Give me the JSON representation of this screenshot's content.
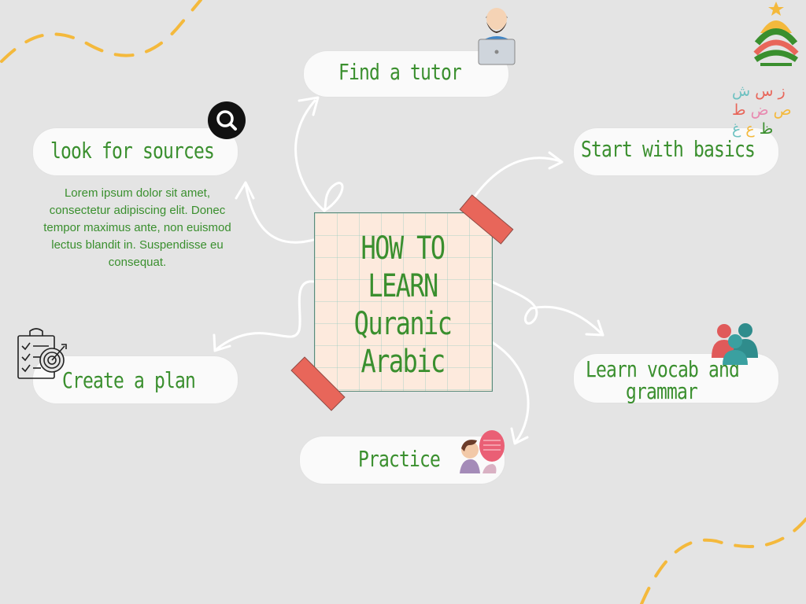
{
  "title_lines": [
    "HOW TO",
    "LEARN",
    "Quranic",
    "Arabic"
  ],
  "steps": {
    "find_tutor": "Find a tutor",
    "look_sources": "look for sources",
    "start_basics": "Start with basics",
    "create_plan": "Create a plan",
    "vocab_line1": "Learn vocab and",
    "vocab_line2": "grammar",
    "practice": "Practice"
  },
  "description": "Lorem ipsum dolor sit amet, consectetur adipiscing elit. Donec tempor maximus ante, non euismod lectus blandit in. Suspendisse eu consequat.",
  "arabic_letters": [
    "ز",
    "س",
    "ش",
    "ص",
    "ض",
    "ط",
    "ظ",
    "ع",
    "غ"
  ],
  "colors": {
    "background": "#e4e4e4",
    "text_green": "#3a8f2e",
    "note_paper": "#fdeadd",
    "tape": "#e8665a",
    "dashes": "#f4b93c",
    "arrows": "#ffffff"
  },
  "icons": [
    "search-icon",
    "tutor-laptop-icon",
    "arabic-letters-icon",
    "plan-checklist-target-icon",
    "people-group-icon",
    "conversation-icon",
    "logo-tree-icon"
  ]
}
